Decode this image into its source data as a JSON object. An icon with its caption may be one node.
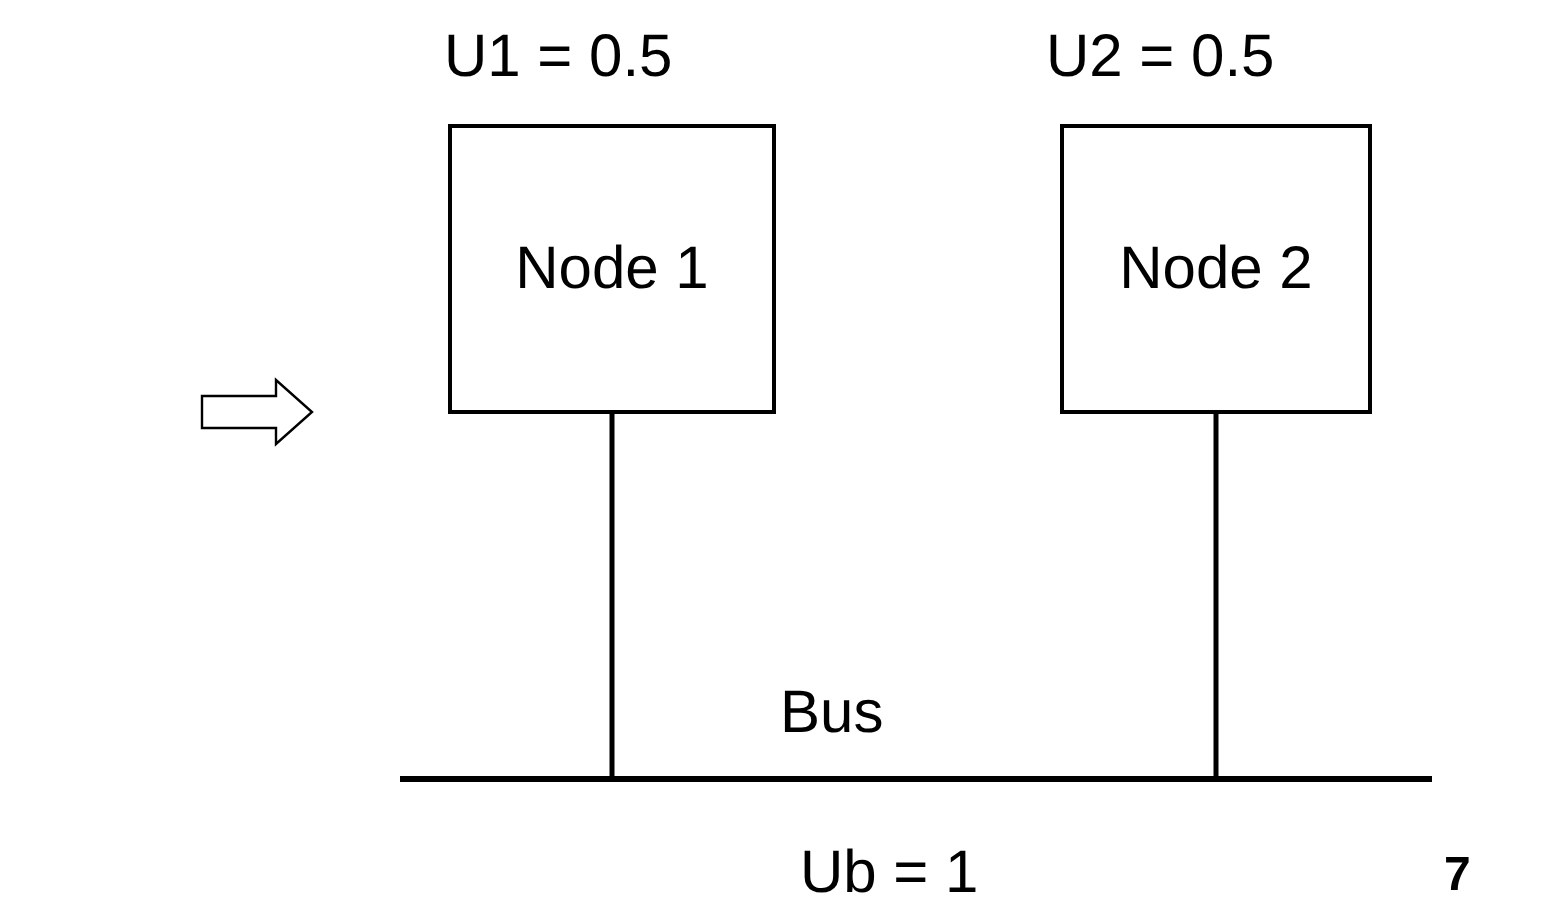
{
  "diagram": {
    "nodes": [
      {
        "text": [
          "Node 1"
        ],
        "beside": [
          "U1 = 0.5"
        ]
      },
      {
        "text": [
          "Node 2"
        ],
        "beside": [
          "U2 = 0.5"
        ]
      },
      {
        "text": [
          "Bus"
        ],
        "beside": [
          "Ub = 1"
        ]
      }
    ],
    "edges": [
      {
        "from": 0,
        "to": 2,
        "arrow": "none"
      },
      {
        "from": 1,
        "to": 2,
        "arrow": "none"
      }
    ],
    "labels": [
      "7"
    ]
  }
}
